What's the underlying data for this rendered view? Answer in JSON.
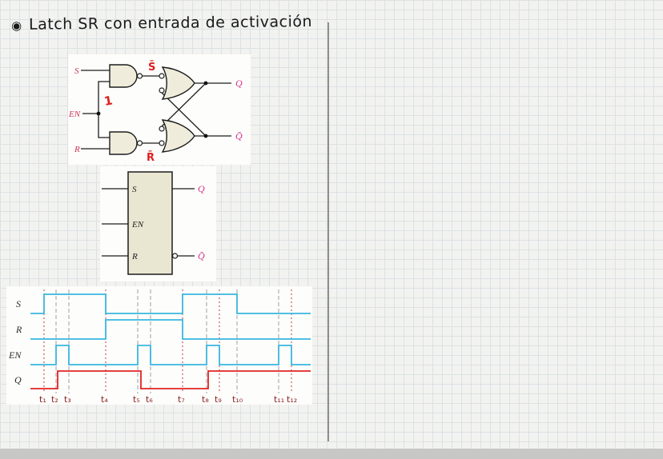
{
  "page": {
    "title_bullet": "◉",
    "title": "Latch SR con entrada de activación"
  },
  "circuit": {
    "labels": {
      "s": "S",
      "en": "EN",
      "r": "R",
      "q": "Q",
      "q_bar": "Q̄"
    },
    "annotations": {
      "s_bar": "S̄",
      "r_bar": "R̄",
      "en_value": "1"
    },
    "colors": {
      "signal_label": "#cc3355",
      "output_label": "#d6358c",
      "annotation": "#dd1f1f",
      "gate_fill": "#efecdb",
      "wire": "#1c1c1c"
    }
  },
  "block": {
    "labels": {
      "s": "S",
      "en": "EN",
      "r": "R",
      "q": "Q",
      "q_bar": "Q̄"
    },
    "colors": {
      "fill": "#e9e6d2",
      "border": "#1c1c1c",
      "output_label": "#d6358c"
    }
  },
  "chart_data": {
    "type": "line",
    "x_range": [
      30,
      380
    ],
    "signals": [
      {
        "name": "S",
        "color": "#38b6e0",
        "label_x": 12,
        "y_high": 10,
        "y_low": 34,
        "points": [
          [
            30,
            0
          ],
          [
            47,
            1
          ],
          [
            124,
            0
          ],
          [
            220,
            1
          ],
          [
            288,
            0
          ],
          [
            380,
            0
          ]
        ]
      },
      {
        "name": "R",
        "color": "#38b6e0",
        "label_x": 12,
        "y_high": 42,
        "y_low": 66,
        "points": [
          [
            30,
            0
          ],
          [
            124,
            1
          ],
          [
            220,
            0
          ],
          [
            380,
            0
          ]
        ]
      },
      {
        "name": "EN",
        "color": "#38b6e0",
        "label_x": 3,
        "y_high": 74,
        "y_low": 98,
        "points": [
          [
            30,
            0
          ],
          [
            62,
            1
          ],
          [
            78,
            0
          ],
          [
            164,
            1
          ],
          [
            180,
            0
          ],
          [
            250,
            1
          ],
          [
            266,
            0
          ],
          [
            340,
            1
          ],
          [
            356,
            0
          ],
          [
            380,
            0
          ]
        ]
      },
      {
        "name": "Q",
        "color": "#e02424",
        "label_x": 10,
        "y_high": 106,
        "y_low": 128,
        "points": [
          [
            30,
            0
          ],
          [
            64,
            1
          ],
          [
            168,
            0
          ],
          [
            252,
            1
          ],
          [
            380,
            1
          ]
        ]
      }
    ],
    "time_labels": [
      "t₁",
      "t₂",
      "t₃",
      "t₄",
      "t₅",
      "t₆",
      "t₇",
      "t₈",
      "t₉",
      "t₁₀",
      "t₁₁",
      "t₁₂"
    ],
    "time_positions": [
      47,
      62,
      78,
      124,
      164,
      180,
      220,
      250,
      266,
      288,
      340,
      356
    ],
    "tline_styles": [
      "red",
      "gray",
      "gray",
      "red",
      "gray",
      "gray",
      "red",
      "gray",
      "red",
      "gray",
      "gray",
      "red"
    ]
  }
}
